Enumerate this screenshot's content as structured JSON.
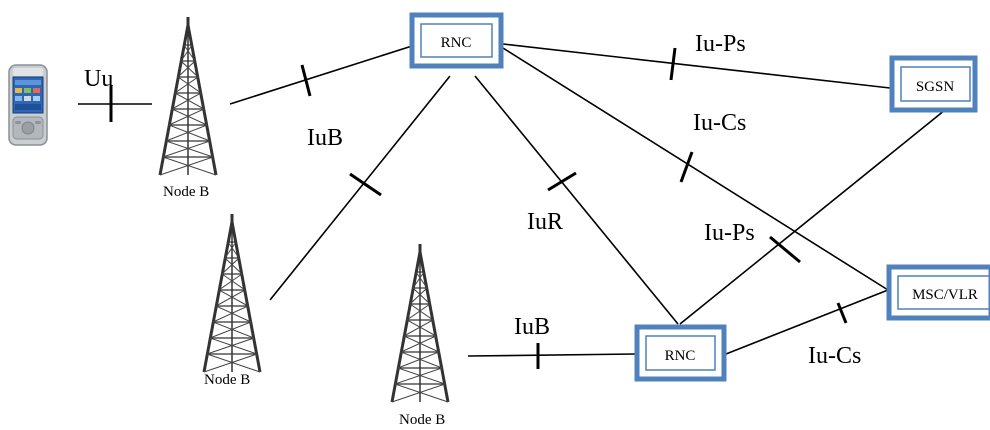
{
  "diagram": {
    "nodes": {
      "rnc_top": {
        "label": "RNC"
      },
      "rnc_bottom": {
        "label": "RNC"
      },
      "sgsn": {
        "label": "SGSN"
      },
      "msc_vlr": {
        "label": "MSC/VLR"
      },
      "nodeb_top": {
        "label": "Node B"
      },
      "nodeb_mid": {
        "label": "Node B"
      },
      "nodeb_bottom": {
        "label": "Node B"
      }
    },
    "interfaces": {
      "uu": "Uu",
      "iub_top": "IuB",
      "iub_bottom": "IuB",
      "iur": "IuR",
      "iups_top": "Iu-Ps",
      "iucs_top": "Iu-Cs",
      "iups_bottom": "Iu-Ps",
      "iucs_bottom": "Iu-Cs"
    },
    "colors": {
      "box_border": "#4f81bd",
      "line": "#000000"
    }
  }
}
